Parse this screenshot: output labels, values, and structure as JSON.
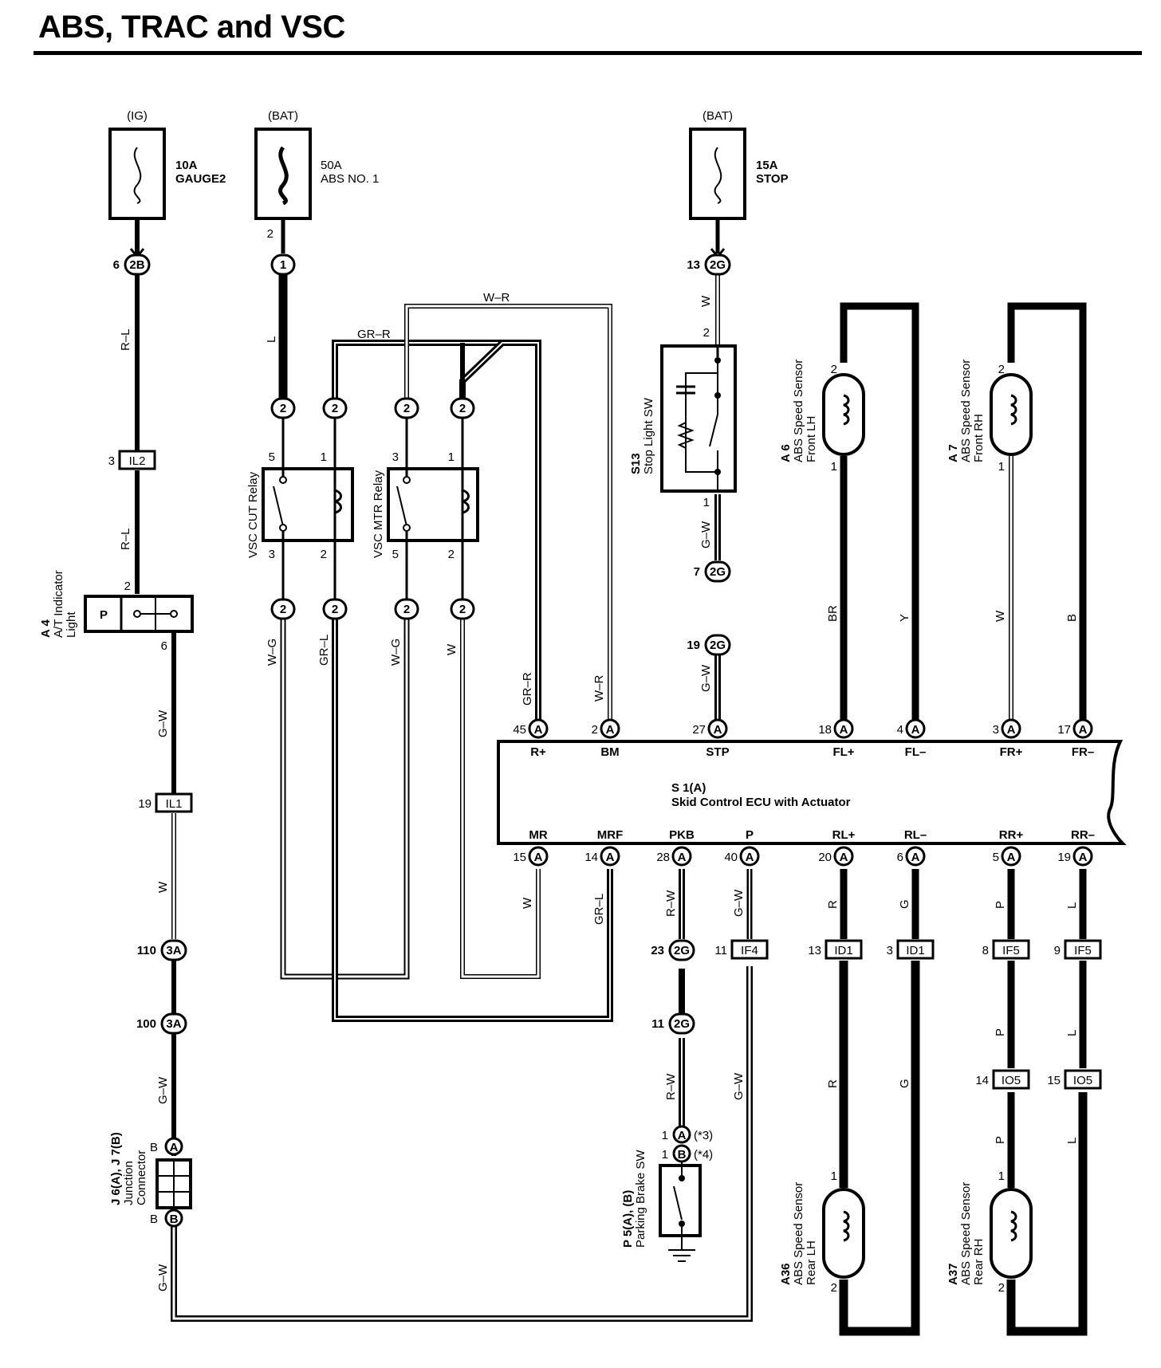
{
  "title": "ABS, TRAC and VSC",
  "supplies": {
    "ig": "(IG)",
    "bat1": "(BAT)",
    "bat2": "(BAT)"
  },
  "fuses": {
    "gauge2": {
      "amp": "10A",
      "name": "GAUGE2"
    },
    "absno1": {
      "amp": "50A",
      "name": "ABS NO. 1"
    },
    "stop": {
      "amp": "15A",
      "name": "STOP"
    }
  },
  "connectors": {
    "c2b": "2B",
    "c1": "1",
    "c2g": "2G",
    "c2": "2",
    "c3a": "3A",
    "il2": "IL2",
    "il1": "IL1",
    "ca": "A",
    "cb": "B",
    "if4": "IF4",
    "id1": "ID1",
    "if5": "IF5",
    "io5": "IO5"
  },
  "pins": {
    "p6": "6",
    "p2": "2",
    "p13": "13",
    "p3": "3",
    "p1": "1",
    "p5": "5",
    "p7": "7",
    "p19": "19",
    "p110": "110",
    "p100": "100",
    "p23": "23",
    "p11": "11",
    "p45": "45",
    "p27": "27",
    "p18": "18",
    "p4": "4",
    "p17": "17",
    "p15": "15",
    "p14": "14",
    "p28": "28",
    "p40": "40",
    "p20": "20",
    "p8": "8",
    "p9": "9"
  },
  "wires": {
    "rl": "R–L",
    "l": "L",
    "grr": "GR–R",
    "wr": "W–R",
    "w": "W",
    "gw": "G–W",
    "wg": "W–G",
    "grl": "GR–L",
    "rw": "R–W",
    "br": "BR",
    "y": "Y",
    "b": "B",
    "r": "R",
    "g": "G",
    "p": "P"
  },
  "components": {
    "a4": {
      "id": "A 4",
      "name1": "A/T Indicator",
      "name2": "Light",
      "p": "P"
    },
    "relay_cut": {
      "name": "VSC CUT Relay"
    },
    "relay_mtr": {
      "name": "VSC MTR Relay"
    },
    "s13": {
      "id": "S13",
      "name": "Stop Light SW"
    },
    "a6": {
      "id": "A 6",
      "name1": "ABS Speed Sensor",
      "name2": "Front LH"
    },
    "a7": {
      "id": "A 7",
      "name1": "ABS Speed Sensor",
      "name2": "Front RH"
    },
    "a36": {
      "id": "A36",
      "name1": "ABS Speed Sensor",
      "name2": "Rear LH"
    },
    "a37": {
      "id": "A37",
      "name1": "ABS Speed Sensor",
      "name2": "Rear RH"
    },
    "p5": {
      "id": "P 5(A), (B)",
      "name": "Parking Brake SW",
      "n3": "(*3)",
      "n4": "(*4)"
    },
    "j6": {
      "id": "J 6(A), J 7(B)",
      "name1": "Junction",
      "name2": "Connector"
    },
    "ecu": {
      "id": "S 1(A)",
      "name": "Skid Control ECU with Actuator"
    }
  },
  "ecu_terminals": {
    "top": [
      "R+",
      "BM",
      "STP",
      "FL+",
      "FL–",
      "FR+",
      "FR–"
    ],
    "bottom": [
      "MR",
      "MRF",
      "PKB",
      "P",
      "RL+",
      "RL–",
      "RR+",
      "RR–"
    ]
  }
}
